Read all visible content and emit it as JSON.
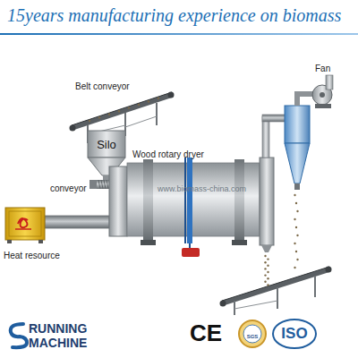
{
  "diagram": {
    "title": "15years manufacturing experience on biomass",
    "nodes": [
      {
        "text": [
          "Silo"
        ]
      }
    ],
    "labels": [
      "Belt conveyor",
      "conveyor",
      "Heat resource",
      "Wood rotary dryer",
      "www.biomass-china.com",
      "Fan",
      "RUNNING",
      "MACHINE",
      "CE",
      "SGS",
      "ISO"
    ]
  }
}
